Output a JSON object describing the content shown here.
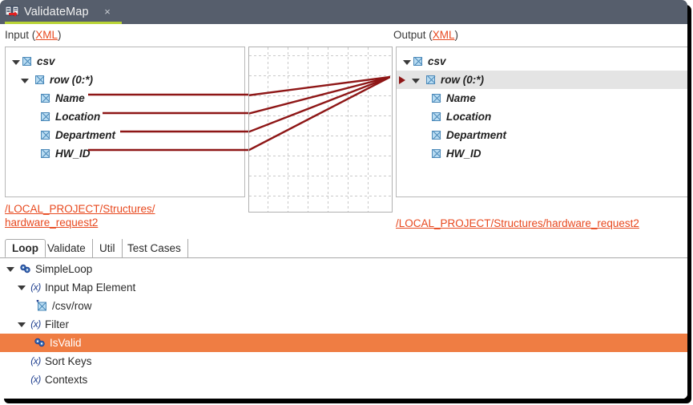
{
  "window": {
    "title": "ValidateMap",
    "close_label": "×",
    "icon": "map-transform-icon",
    "titlebar_color": "#565e6c",
    "active_tab_underline_color": "#b9d436"
  },
  "mapper": {
    "input": {
      "label_prefix": "Input (",
      "label_link": "XML",
      "label_suffix": ")",
      "path": [
        "/LOCAL_PROJECT/Structures/",
        "hardware_request2"
      ],
      "tree": [
        {
          "label": "csv",
          "depth": 0,
          "expanded": true,
          "icon": "element-xbox-icon",
          "selected": false
        },
        {
          "label": "row (0:*)",
          "depth": 1,
          "expanded": true,
          "icon": "element-xbox-icon",
          "selected": false
        },
        {
          "label": "Name",
          "depth": 2,
          "expanded": false,
          "icon": "element-xbox-icon",
          "selected": false
        },
        {
          "label": "Location",
          "depth": 2,
          "expanded": false,
          "icon": "element-xbox-icon",
          "selected": false
        },
        {
          "label": "Department",
          "depth": 2,
          "expanded": false,
          "icon": "element-xbox-icon",
          "selected": false
        },
        {
          "label": "HW_ID",
          "depth": 2,
          "expanded": false,
          "icon": "element-xbox-icon",
          "selected": false
        }
      ]
    },
    "output": {
      "label_prefix": "Output (",
      "label_link": "XML",
      "label_suffix": ")",
      "path": [
        "/LOCAL_PROJECT/Structures/hardware_request2"
      ],
      "tree": [
        {
          "label": "csv",
          "depth": 0,
          "expanded": true,
          "icon": "element-xbox-icon",
          "selected": false,
          "marker": false
        },
        {
          "label": "row (0:*)",
          "depth": 1,
          "expanded": true,
          "icon": "element-xbox-icon",
          "selected": true,
          "marker": true
        },
        {
          "label": "Name",
          "depth": 2,
          "expanded": false,
          "icon": "element-xbox-icon",
          "selected": false,
          "marker": false
        },
        {
          "label": "Location",
          "depth": 2,
          "expanded": false,
          "icon": "element-xbox-icon",
          "selected": false,
          "marker": false
        },
        {
          "label": "Department",
          "depth": 2,
          "expanded": false,
          "icon": "element-xbox-icon",
          "selected": false,
          "marker": false
        },
        {
          "label": "HW_ID",
          "depth": 2,
          "expanded": false,
          "icon": "element-xbox-icon",
          "selected": false,
          "marker": false
        }
      ]
    },
    "links": {
      "color": "#8e1616",
      "target_label": "row (0:*)",
      "sources": [
        "Name",
        "Location",
        "Department",
        "HW_ID"
      ]
    }
  },
  "bottom": {
    "tabs": [
      {
        "label": "Loop",
        "active": true
      },
      {
        "label": "Validate",
        "active": false
      },
      {
        "label": "Util",
        "active": false
      },
      {
        "label": "Test Cases",
        "active": false
      }
    ],
    "selection_color": "#ef7d43",
    "tree": [
      {
        "label": "SimpleLoop",
        "depth": 0,
        "expanded": true,
        "icon": "chain-link-icon",
        "selected": false
      },
      {
        "label": "Input Map Element",
        "depth": 1,
        "expanded": true,
        "icon": "function-fx-icon",
        "selected": false
      },
      {
        "label": "/csv/row",
        "depth": 2,
        "expanded": false,
        "icon": "map-element-icon",
        "selected": false
      },
      {
        "label": "Filter",
        "depth": 1,
        "expanded": true,
        "icon": "function-fx-icon",
        "selected": false
      },
      {
        "label": "IsValid",
        "depth": 2,
        "expanded": false,
        "icon": "chain-link-icon",
        "selected": true
      },
      {
        "label": "Sort Keys",
        "depth": 1,
        "expanded": false,
        "icon": "function-fx-icon",
        "selected": false
      },
      {
        "label": "Contexts",
        "depth": 1,
        "expanded": false,
        "icon": "function-fx-icon",
        "selected": false
      }
    ]
  }
}
